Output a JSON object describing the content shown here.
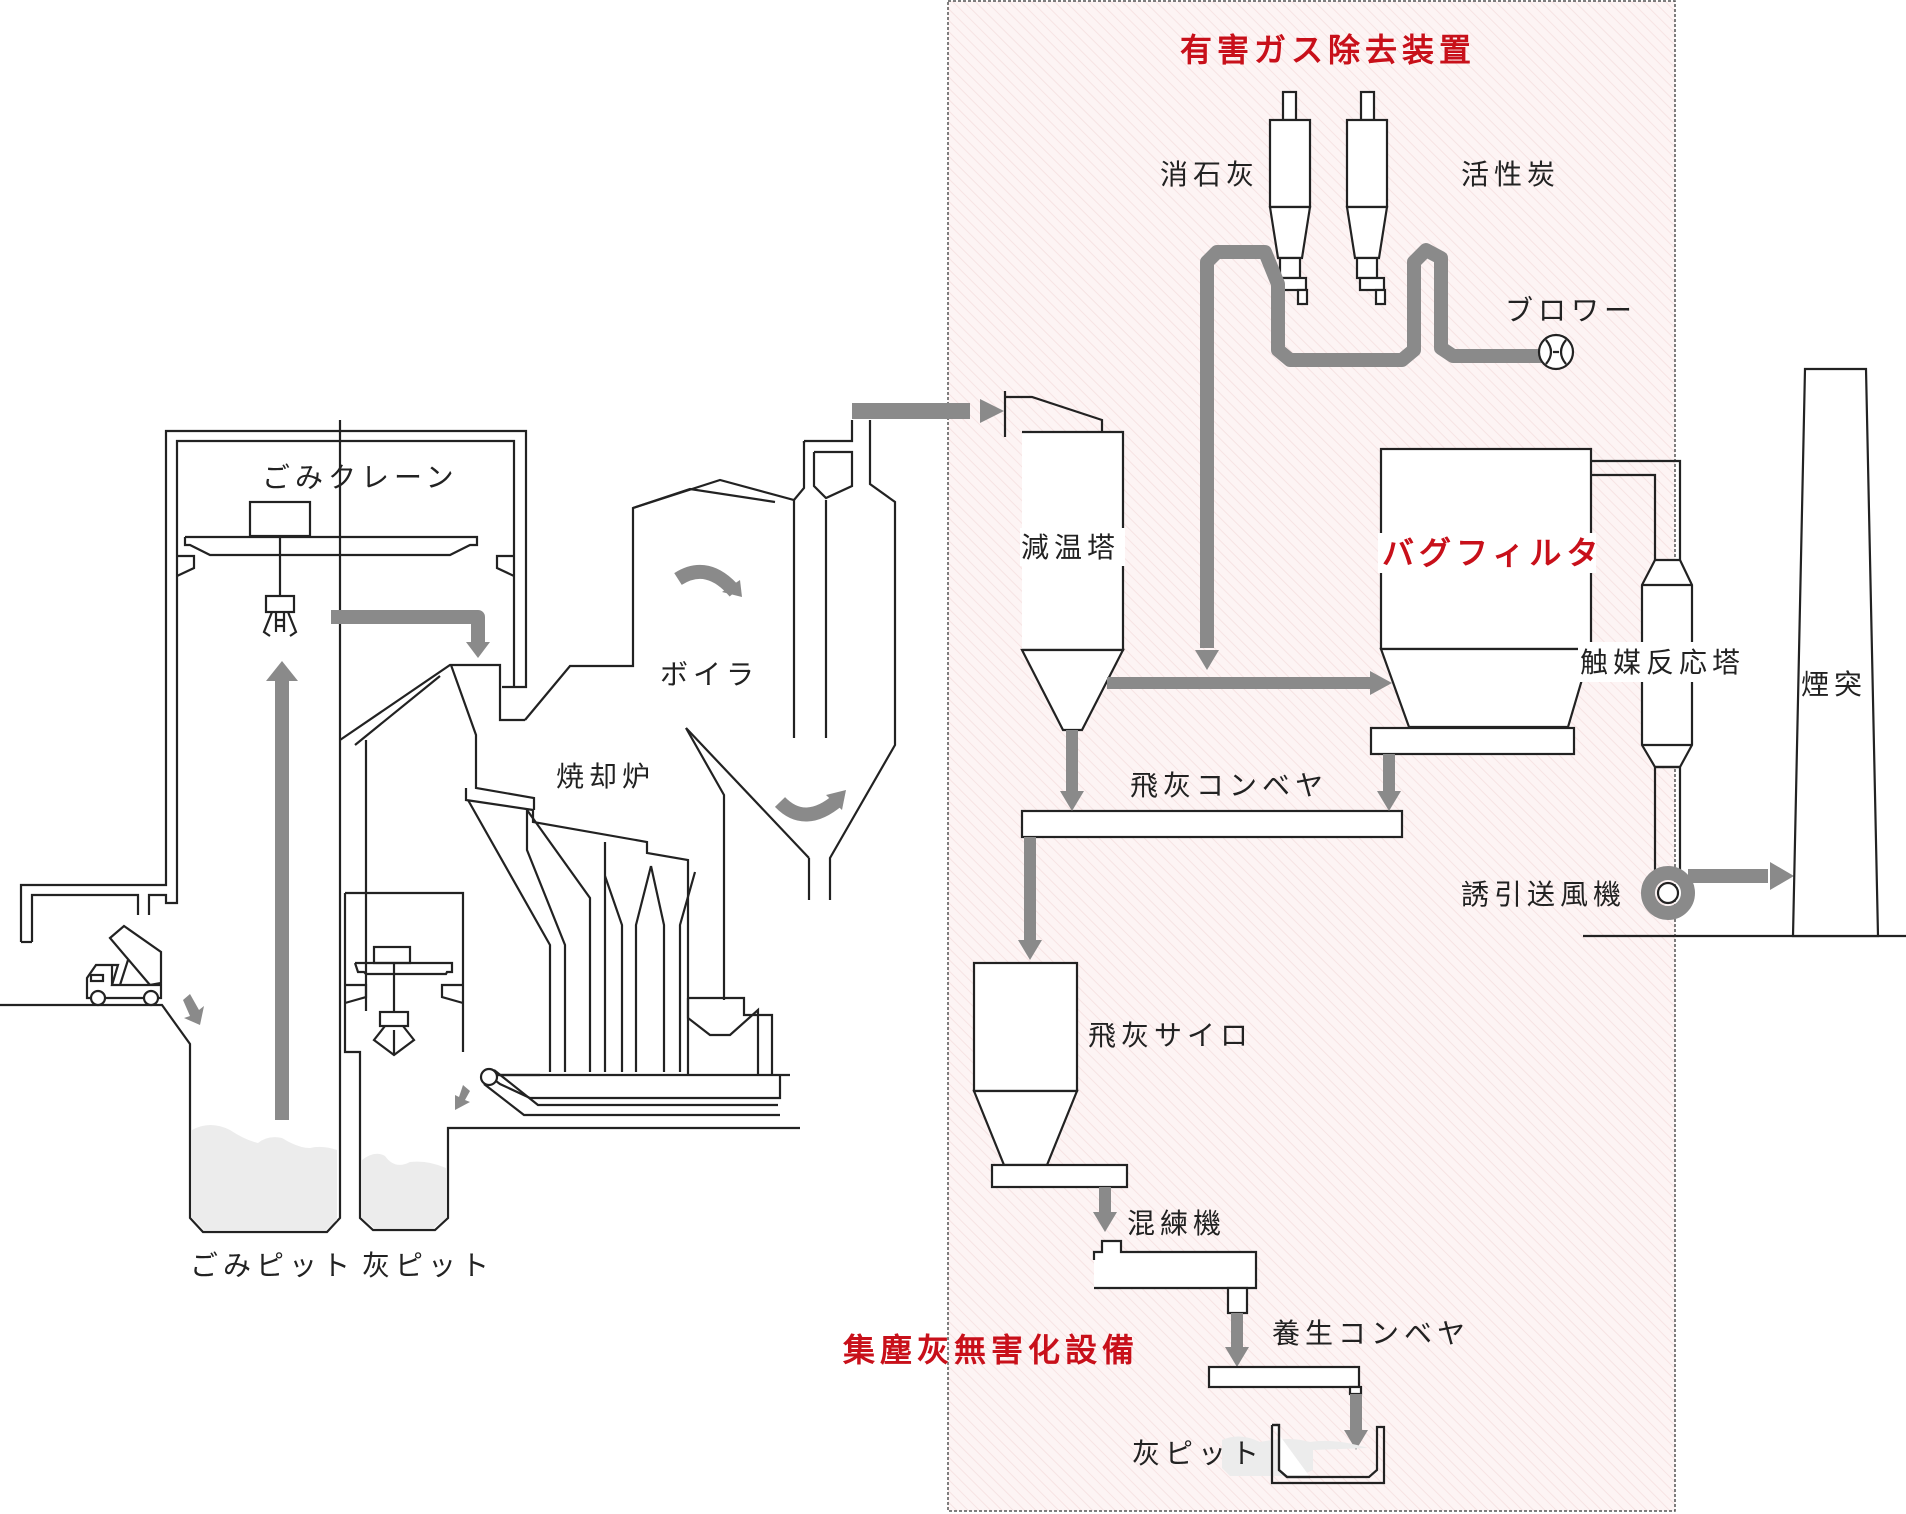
{
  "diagram": {
    "type": "process-flow",
    "subject": "waste incineration plant",
    "colors": {
      "accent_red": "#c8101a",
      "flow_arrow": "#8a8a8a",
      "line": "#222222",
      "zone_fill": "#fdf3f3",
      "heap_fill": "#ececec"
    },
    "zone": {
      "title": "有害ガス除去装置",
      "subtitle": "集塵灰無害化設備"
    },
    "labels": {
      "crane": "ごみクレーン",
      "refuse_pit": "ごみピット",
      "ash_pit": "灰ピット",
      "incinerator": "焼却炉",
      "boiler": "ボイラ",
      "cooling_tower": "減温塔",
      "slaked_lime": "消石灰",
      "activated_carbon": "活性炭",
      "blower": "ブロワー",
      "bag_filter": "バグフィルタ",
      "catalyst_tower": "触媒反応塔",
      "chimney": "煙突",
      "fly_ash_conveyor": "飛灰コンベヤ",
      "induced_draft_fan": "誘引送風機",
      "fly_ash_silo": "飛灰サイロ",
      "kneader": "混練機",
      "curing_conveyor": "養生コンベヤ",
      "ash_pit_2": "灰ピット"
    },
    "flows": [
      {
        "from": "ごみ収集車",
        "to": "ごみピット"
      },
      {
        "from": "ごみピット",
        "to": "ごみクレーン"
      },
      {
        "from": "ごみクレーン",
        "to": "焼却炉"
      },
      {
        "from": "焼却炉",
        "to": "灰ピット"
      },
      {
        "from": "ボイラ",
        "to": "減温塔"
      },
      {
        "from": "消石灰",
        "to": "ガス配管"
      },
      {
        "from": "活性炭",
        "to": "ガス配管"
      },
      {
        "from": "減温塔",
        "to": "バグフィルタ"
      },
      {
        "from": "減温塔",
        "to": "飛灰コンベヤ"
      },
      {
        "from": "バグフィルタ",
        "to": "飛灰コンベヤ"
      },
      {
        "from": "バグフィルタ",
        "to": "触媒反応塔"
      },
      {
        "from": "触媒反応塔",
        "to": "誘引送風機"
      },
      {
        "from": "誘引送風機",
        "to": "煙突"
      },
      {
        "from": "飛灰コンベヤ",
        "to": "飛灰サイロ"
      },
      {
        "from": "飛灰サイロ",
        "to": "混練機"
      },
      {
        "from": "混練機",
        "to": "養生コンベヤ"
      },
      {
        "from": "養生コンベヤ",
        "to": "灰ピット"
      }
    ]
  }
}
